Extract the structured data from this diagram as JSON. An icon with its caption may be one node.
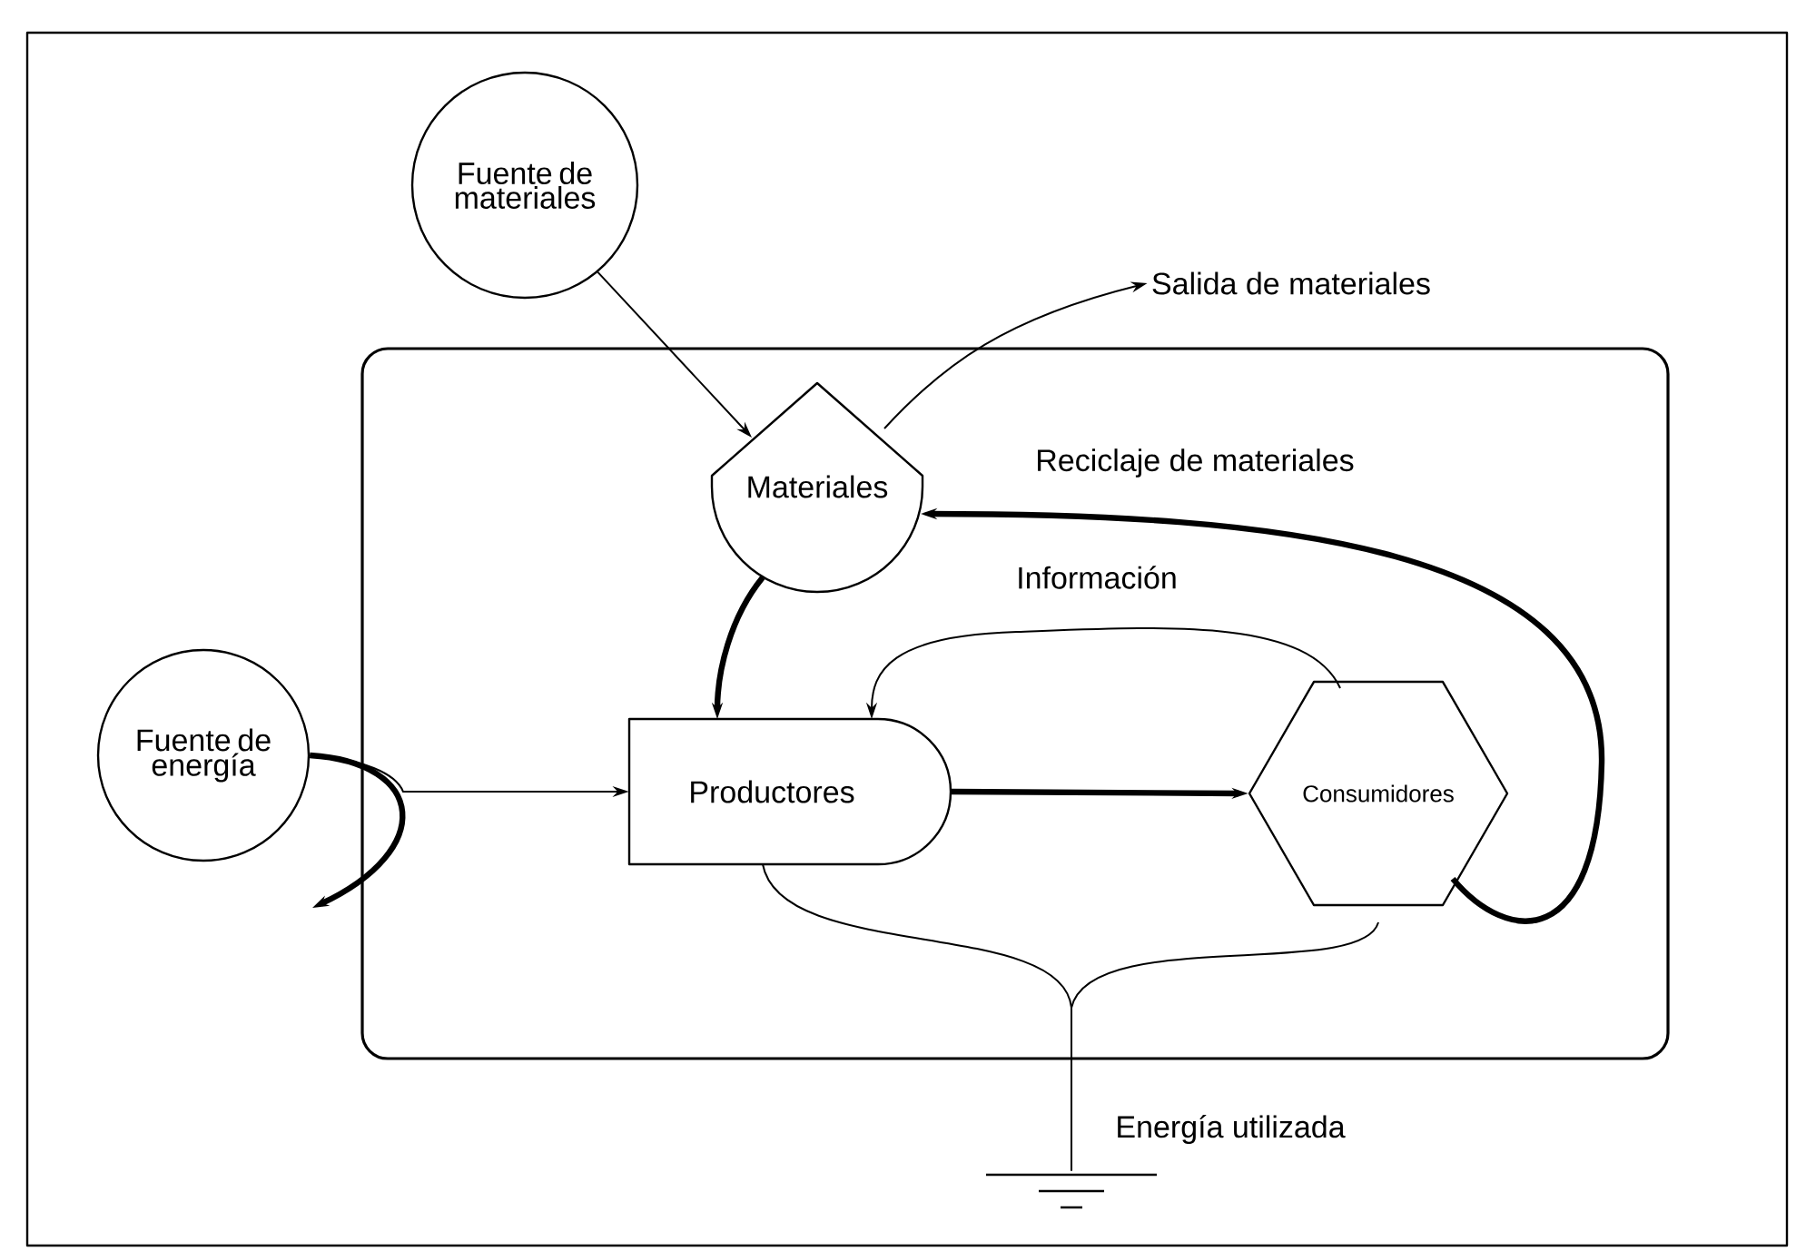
{
  "diagram": {
    "nodes": [
      {
        "text": [
          "Fuente de materiales"
        ]
      },
      {
        "text": [],
        "shape": "box"
      },
      {
        "text": [
          "Materiales"
        ],
        "in": 1
      },
      {
        "text": [
          "Salida de materiales"
        ]
      },
      {
        "text": [
          "Fuente de energía"
        ]
      },
      {
        "text": [
          "Productores"
        ],
        "in": 1
      },
      {
        "text": [
          "Consumidores"
        ],
        "in": 1
      },
      {
        "text": [],
        "shape": "ground",
        "beside": [
          "Energía utilizada"
        ]
      }
    ],
    "edges": [
      {
        "from": 0,
        "to": 2,
        "arrow": "to"
      },
      {
        "from": 2,
        "to": 3,
        "arrow": "to"
      },
      {
        "from": 2,
        "to": 5,
        "arrow": "to",
        "style": "thick"
      },
      {
        "from": 4,
        "to": 5,
        "arrow": "to"
      },
      {
        "from": 4,
        "to": null,
        "arrow": "to",
        "style": "thick"
      },
      {
        "from": 5,
        "to": 6,
        "arrow": "to",
        "style": "thick"
      },
      {
        "from": 6,
        "to": 5,
        "arrow": "to",
        "label": "Información"
      },
      {
        "from": 6,
        "to": 2,
        "arrow": "to",
        "label": "Reciclaje de materiales",
        "style": "thick"
      },
      {
        "from": 5,
        "to": 7,
        "arrow": "none"
      },
      {
        "from": 6,
        "to": 7,
        "arrow": "none"
      }
    ]
  }
}
